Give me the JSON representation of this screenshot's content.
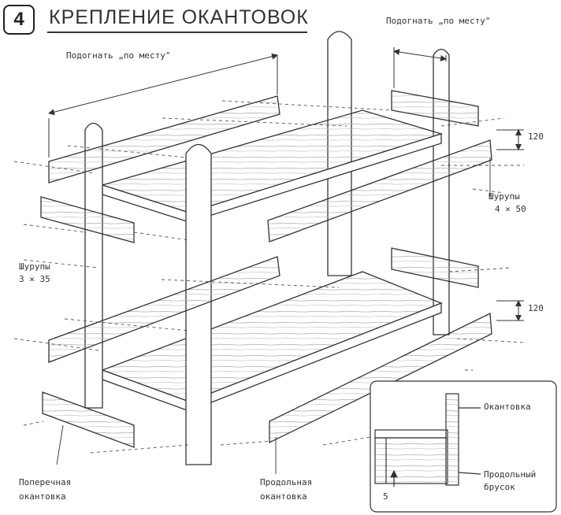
{
  "header": {
    "step_number": "4",
    "title": "КРЕПЛЕНИЕ ОКАНТОВОК"
  },
  "labels": {
    "fit_left": "Подогнать „по месту\"",
    "fit_right": "Подогнать „по месту\"",
    "dim_top": "120",
    "dim_bottom": "120",
    "screws_right": [
      "Шурупы",
      "4 × 50"
    ],
    "screws_left": [
      "Шурупы",
      "3 × 35"
    ],
    "cross_trim": [
      "Поперечная",
      "окантовка"
    ],
    "long_trim": [
      "Продольная",
      "окантовка"
    ]
  },
  "inset": {
    "trim": "Окантовка",
    "bar": [
      "Продольный",
      "брусок"
    ],
    "dim": "5"
  }
}
